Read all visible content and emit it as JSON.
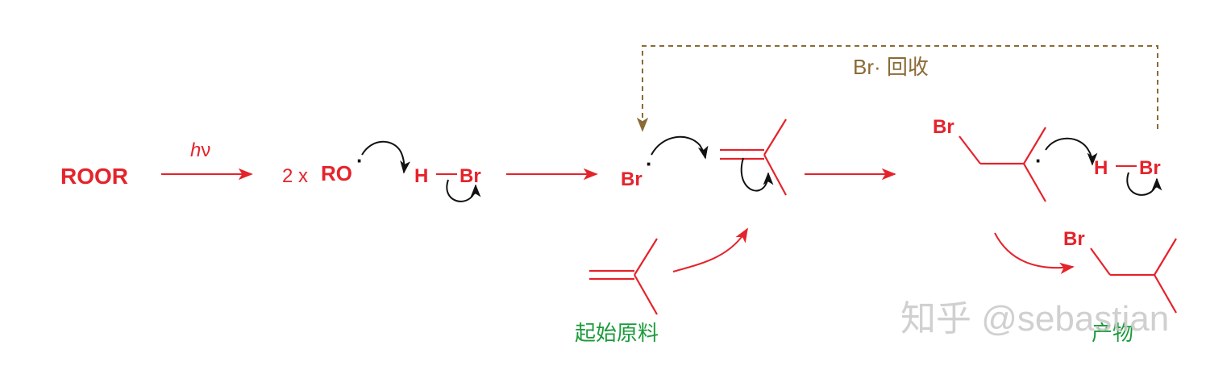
{
  "colors": {
    "red": "#e5232b",
    "black": "#111111",
    "brown": "#8a6a35",
    "green": "#1a9b3a",
    "watermark": "#c8c8c8"
  },
  "labels": {
    "roor": "ROOR",
    "hv_h": "h",
    "hv_nu": "ν",
    "two_x": "2 x",
    "ro": "RO",
    "radical_dot": "·",
    "h1": "H",
    "br1": "Br",
    "br_radical": "Br",
    "br_top": "Br",
    "h2": "H",
    "br2": "Br",
    "br_product": "Br",
    "recycle": "Br· 回收",
    "starting_material": "起始原料",
    "product": "产物"
  },
  "watermark": "知乎 @sebastian"
}
